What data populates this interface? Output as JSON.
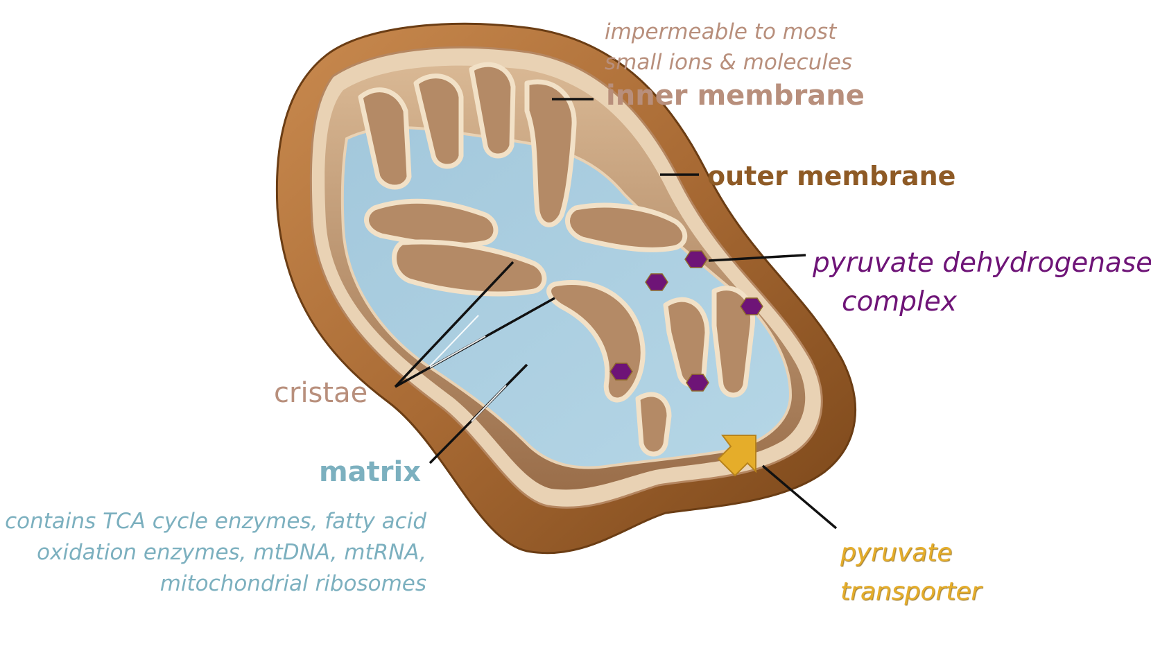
{
  "labels": {
    "impermeable_line1": "impermeable to most",
    "impermeable_line2": "small ions & molecules",
    "inner_membrane": "inner membrane",
    "outer_membrane": "outer membrane",
    "pdh_line1": "pyruvate dehydrogenase",
    "pdh_line2": "complex",
    "cristae": "cristae",
    "matrix": "matrix",
    "matrix_desc_line1": "contains TCA cycle enzymes, fatty acid",
    "matrix_desc_line2": "oxidation enzymes, mtDNA, mtRNA,",
    "matrix_desc_line3": "mitochondrial ribosomes",
    "transporter_line1": "pyruvate",
    "transporter_line2": "transporter"
  },
  "colors": {
    "outer_membrane": "#a86a34",
    "inner_membrane": "#e9cfb0",
    "matrix": "#a9cde0",
    "pdh_marker": "#6e1477",
    "transporter_arrow": "#e5ad2a"
  },
  "icons": {
    "pdh_marker": "hexagon",
    "transporter_arrow": "thick-arrow"
  }
}
